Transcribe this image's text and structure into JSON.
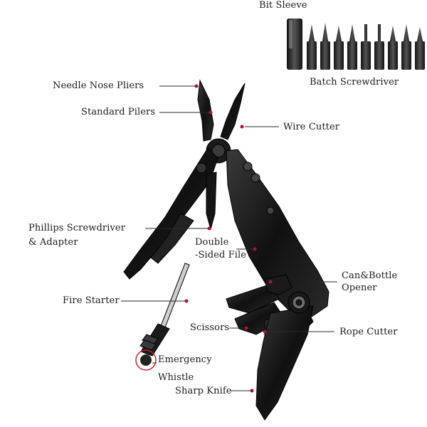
{
  "labels": {
    "bit_sleeve": "Bit Sleeve",
    "batch_screwdriver": "Batch Screwdriver",
    "needle_nose_pliers": "Needle Nose Pliers",
    "standard_pliers": "Standard Pilers",
    "wire_cutter": "Wire Cutter",
    "phillips_line1": "Phillips Screwdriver",
    "phillips_line2": "& Adapter",
    "double_line1": "Double",
    "double_line2": "-Sided File",
    "can_bottle_line1": "Can&Bottle",
    "can_bottle_line2": "Opener",
    "fire_starter": "Fire Starter",
    "scissors": "Scissors",
    "rope_cutter": "Rope Cutter",
    "emergency_line1": "Emergency",
    "emergency_line2": "Whistle",
    "sharp_knife": "Sharp Knife"
  },
  "colors": {
    "leader_line": "#2a2a2a",
    "marker_dot": "#b0142b",
    "tool_body": "#141414",
    "whistle_ring": "#c8232f"
  }
}
